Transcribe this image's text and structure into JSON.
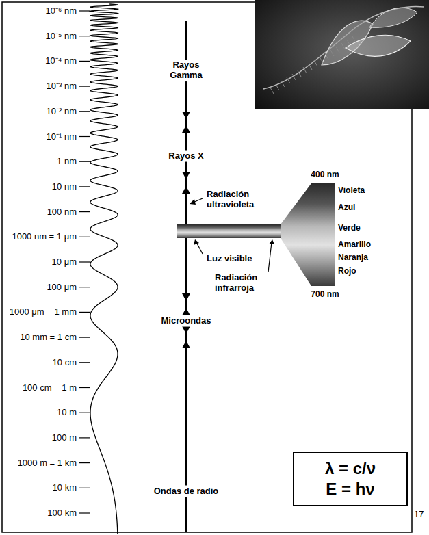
{
  "diagram": {
    "nodes": [
      {
        "text": [
          "λ = c/ν",
          "E = hν"
        ]
      }
    ],
    "labels": [
      "10⁻⁶ nm",
      "10⁻⁵ nm",
      "10⁻⁴ nm",
      "10⁻³ nm",
      "10⁻² nm",
      "10⁻¹ nm",
      "1 nm",
      "10 nm",
      "100 nm",
      "1000 nm = 1 μm",
      "10 μm",
      "100 μm",
      "1000 μm = 1 mm",
      "10 mm = 1 cm",
      "10 cm",
      "100 cm = 1 m",
      "10 m",
      "100 m",
      "1000 m = 1 km",
      "10 km",
      "100 km",
      "Rayos Gamma",
      "Rayos X",
      "Radiación ultravioleta",
      "Luz visible",
      "Radiación infrarroja",
      "Microondas",
      "Ondas de radio",
      "400 nm",
      "Violeta",
      "Azul",
      "Verde",
      "Amarillo",
      "Naranja",
      "Rojo",
      "700 nm",
      "17"
    ]
  }
}
